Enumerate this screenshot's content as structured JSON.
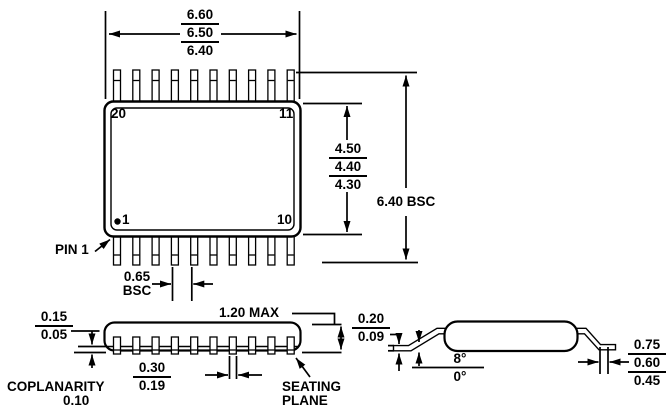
{
  "colors": {
    "ink": "#000000",
    "background": "#ffffff"
  },
  "top_view": {
    "pin_top_left": "20",
    "pin_top_right": "11",
    "pin_bottom_left": "1",
    "pin_bottom_right": "10",
    "pin1_label": "PIN 1",
    "body_width_mm": [
      "6.60",
      "6.50",
      "6.40"
    ],
    "body_height_mm": [
      "4.50",
      "4.40",
      "4.30"
    ],
    "lead_span": "6.40 BSC",
    "pitch": [
      "0.65",
      "BSC"
    ]
  },
  "side_view": {
    "standoff": [
      "0.15",
      "0.05"
    ],
    "coplanarity_label": "COPLANARITY",
    "coplanarity_value": "0.10",
    "lead_width": [
      "0.30",
      "0.19"
    ],
    "height_max": "1.20 MAX",
    "seating_plane": [
      "SEATING",
      "PLANE"
    ]
  },
  "end_view": {
    "lead_thickness": [
      "0.20",
      "0.09"
    ],
    "lead_angle": [
      "8°",
      "0°"
    ],
    "foot_length": [
      "0.75",
      "0.60",
      "0.45"
    ]
  }
}
